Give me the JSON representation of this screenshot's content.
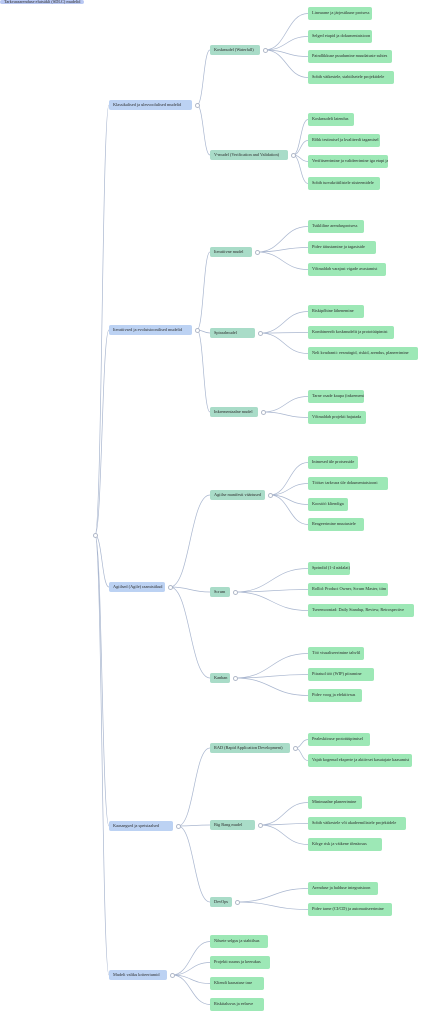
{
  "root": "Tarkvaraarenduse elutsükli (SDLC) mudelid",
  "branches": [
    {
      "label": "Klassikalised ja ulesvoolulised mudelid",
      "children": [
        {
          "label": "Koskmudel (Waterfall)",
          "leaves": [
            "Lineaarne ja järjestikune protsess",
            "Selged etapid ja dokumentatsioon",
            "Paindlikkuse puudumine muudatuste suhtes",
            "Sobib väikestele, stabiilsetele projektidele"
          ]
        },
        {
          "label": "V-mudel (Verification and Validation)",
          "leaves": [
            "Koskmudeli laiendus",
            "Rõhk testimisel ja kvaliteedi tagamisel",
            "Verifitseerimine ja valideerimine iga etapi jaoks",
            "Sobib turvakriitilistele süsteemidele"
          ]
        }
      ]
    },
    {
      "label": "Iteratiivsed ja evolutsioonilised mudelid",
      "children": [
        {
          "label": "Iteratiivne mudel",
          "leaves": [
            "Tsükliline arendusprotsess",
            "Pidev täiustamine ja tagasiside",
            "Võimaldab varajast vigade avastamist"
          ]
        },
        {
          "label": "Spiraalmudel",
          "leaves": [
            "Riskipõhine lähenemine",
            "Kombineerib koskmudelit ja prototüüpimist",
            "Neli kvadranti: eesmärgid, riskid, arendus, planeerimine"
          ]
        },
        {
          "label": "Inkrementaalne mudel",
          "leaves": [
            "Tarne osade kaupa (inkrement)",
            "Võimaldab projekti hajutada"
          ]
        }
      ]
    },
    {
      "label": "Agiilsed (Agile) raamistikud",
      "children": [
        {
          "label": "Agiilse manifesti väärtused",
          "leaves": [
            "Inimesed üle protsesside",
            "Töötav tarkvara üle dokumentatsiooni",
            "Koostöö kliendiga",
            "Reageerimine muutustele"
          ]
        },
        {
          "label": "Scrum",
          "leaves": [
            "Sprindid (1-4 nädalat)",
            "Rollid: Product Owner, Scrum Master, tiim",
            "Tseremooniad: Daily Standup, Review, Retrospective"
          ]
        },
        {
          "label": "Kanban",
          "leaves": [
            "Töö visualiseerimine tahvlil",
            "Piiratud töö (WIP) piiramine",
            "Pidev voog ja efektiivsus"
          ]
        }
      ]
    },
    {
      "label": "Kaasaegsed ja spetsiaalsed",
      "children": [
        {
          "label": "RAD (Rapid Application Development)",
          "leaves": [
            "Pealeskiiruse prototüüpimisel",
            "Vajab kogenud eksperte ja aktiivset kasutajate kaasamist"
          ]
        },
        {
          "label": "Big Bang mudel",
          "leaves": [
            "Minimaalne planeerimine",
            "Sobib väikestele või akadeemilistele projektidele",
            "Kõrge risk ja väikene tõenäosus"
          ]
        },
        {
          "label": "DevOps",
          "leaves": [
            "Arenduse ja halduse integratsioon",
            "Pidev tarne (CI/CD) ja automatiseerimine"
          ]
        }
      ]
    },
    {
      "label": "Mudeli valiku kriteeriumid",
      "children": [],
      "leaves": [
        "Nõuete selgus ja stabiilsus",
        "Projekti suurus ja keerukus",
        "Kliendi kaasatuse tase",
        "Riskitaluvus ja eelarve"
      ]
    }
  ],
  "colors": {
    "root": "#b9c8f3",
    "level1": "#bcd2f3",
    "level2": "#a9dcc8",
    "leaf": "#9de8b6",
    "link": "#a9b6cf"
  }
}
